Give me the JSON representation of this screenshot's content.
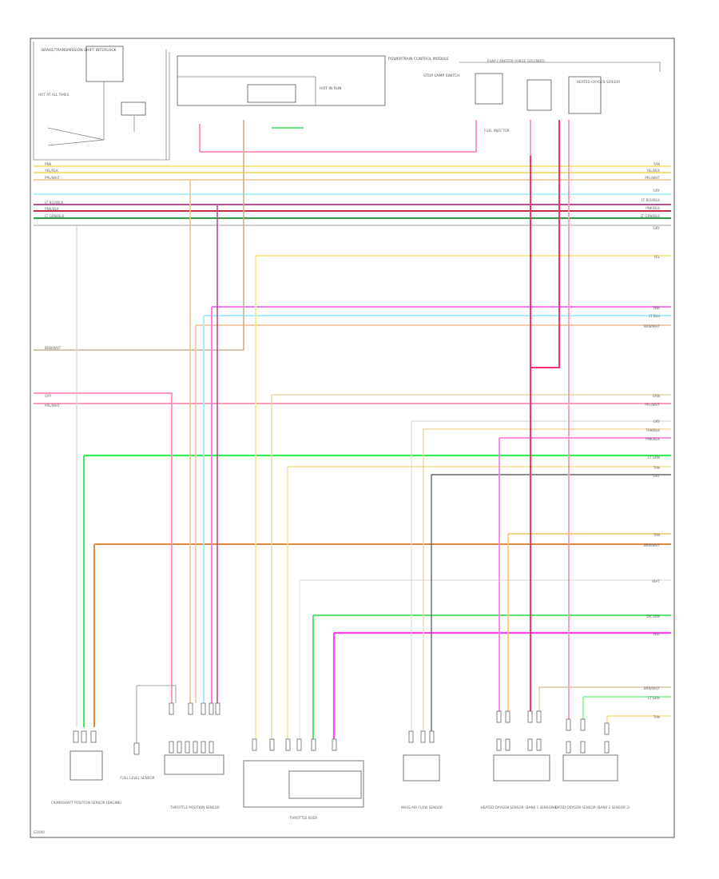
{
  "diagram": {
    "top_labels": {
      "tl1": "BRAKE/TRANSMISSION SHIFT INTERLOCK",
      "tl2": "HOT AT ALL TIMES",
      "tl3": "HOT IN RUN",
      "tl4": "STOP LAMP SWITCH",
      "tl5": "POWERTRAIN CONTROL MODULE",
      "tl6": "EVAP CANISTER PURGE SOLENOID",
      "tl7": "FUEL INJECTOR",
      "tl8": "HEATED OXYGEN SENSOR"
    },
    "left_wires": [
      "PNK",
      "YEL/BLK",
      "PPL/WHT",
      "LT BLU/BLK",
      "PNK/BLK",
      "LT GRN/BLK",
      "BRN/WHT",
      "GRY",
      "PPL/WHT"
    ],
    "right_wires": [
      "TAN",
      "YEL/BLK",
      "PPL/WHT",
      "GRY",
      "LT BLU/BLK",
      "PNK/BLK",
      "LT GRN/BLK",
      "GRY",
      "YEL",
      "PNK",
      "LT BLU",
      "BRN/WHT",
      "GRN",
      "PPL/WHT",
      "GRY",
      "TAN/BLK",
      "PNK/BLK",
      "LT GRN",
      "TAN",
      "GRY",
      "TAN",
      "BRN/WHT",
      "WHT",
      "DK GRN",
      "PNK",
      "BRN/WHT",
      "LT GRN",
      "TAN"
    ],
    "bottom_components": {
      "c1": "CRANKSHAFT POSITION SENSOR (ENGINE)",
      "c2": "FUEL LEVEL SENSOR",
      "c3": "THROTTLE POSITION SENSOR",
      "c4": "THROTTLE BODY",
      "c5": "MASS AIR FLOW SENSOR",
      "c6": "HEATED OXYGEN SENSOR (BANK 1 SENSOR 1)",
      "c7": "HEATED OXYGEN SENSOR (BANK 1 SENSOR 2)"
    },
    "footer_code": "G1000"
  }
}
